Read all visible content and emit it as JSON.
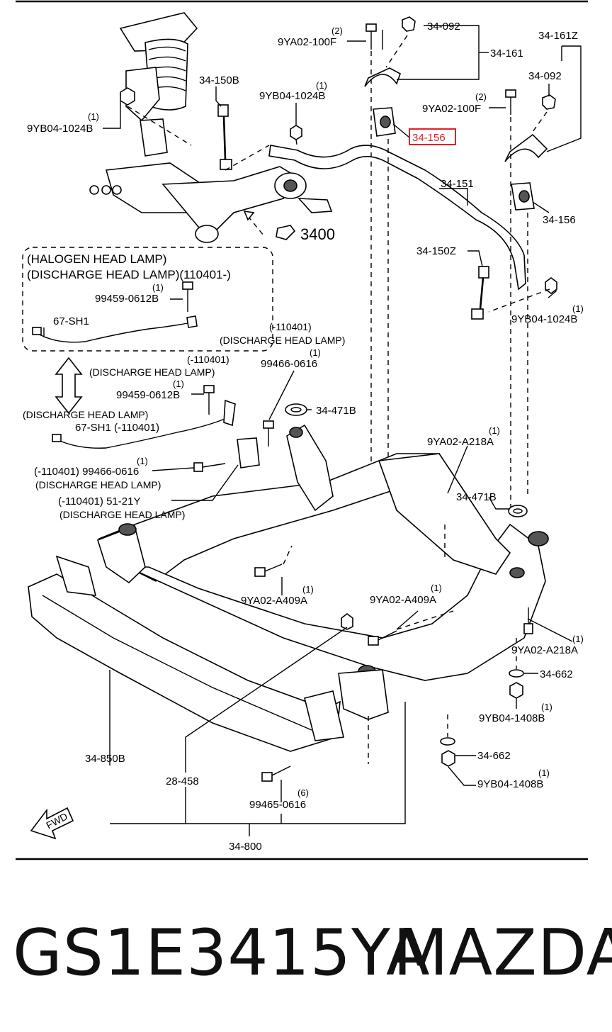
{
  "qty": {
    "q1": "(1)",
    "q2": "(2)",
    "q6": "(6)"
  },
  "labels": {
    "p34_092": "34-092",
    "p34_161": "34-161",
    "p34_161Z": "34-161Z",
    "p9YA02_100F": "9YA02-100F",
    "p34_150B": "34-150B",
    "p9YB04_1024B": "9YB04-1024B",
    "p34_156": "34-156",
    "p34_151": "34-151",
    "p3400": "3400",
    "p34_150Z": "34-150Z",
    "p67_SH1": "67-SH1",
    "p99459_0612B": "99459-0612B",
    "p99466_0616": "99466-0616",
    "p34_471B": "34-471B",
    "p9YA02_A218A": "9YA02-A218A",
    "p51_21Y": "51-21Y",
    "p9YA02_A409A": "9YA02-A409A",
    "p34_662": "34-662",
    "p9YB04_1408B": "9YB04-1408B",
    "p34_850B": "34-850B",
    "p28_458": "28-458",
    "p99465_0616": "99465-0616",
    "p34_800": "34-800"
  },
  "notes": {
    "halogen": "(HALOGEN HEAD LAMP)",
    "discharge_110401_suffix": "(DISCHARGE HEAD LAMP)(110401-)",
    "code_prefix": "(-110401)",
    "discharge": "(DISCHARGE HEAD LAMP)",
    "sh1_suffix": "67-SH1 (-110401)",
    "lamp_line_99466": "(-110401) 99466-0616",
    "lamp_line_51": "(-110401) 51-21Y"
  },
  "fwd": "FWD",
  "highlighted_part": "34-156",
  "colors": {
    "highlight": "#e0202a"
  },
  "footer": {
    "part_number": "GS1E3415YA",
    "brand": "MAZDA"
  }
}
